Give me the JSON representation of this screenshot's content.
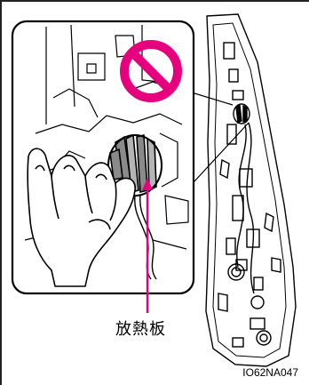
{
  "callout": {
    "label": "放熱板"
  },
  "figure": {
    "code": "IO62NA047",
    "prohibition_icon": "no-entry-symbol",
    "accent_color": "#e6007e",
    "line_color": "#000000"
  }
}
